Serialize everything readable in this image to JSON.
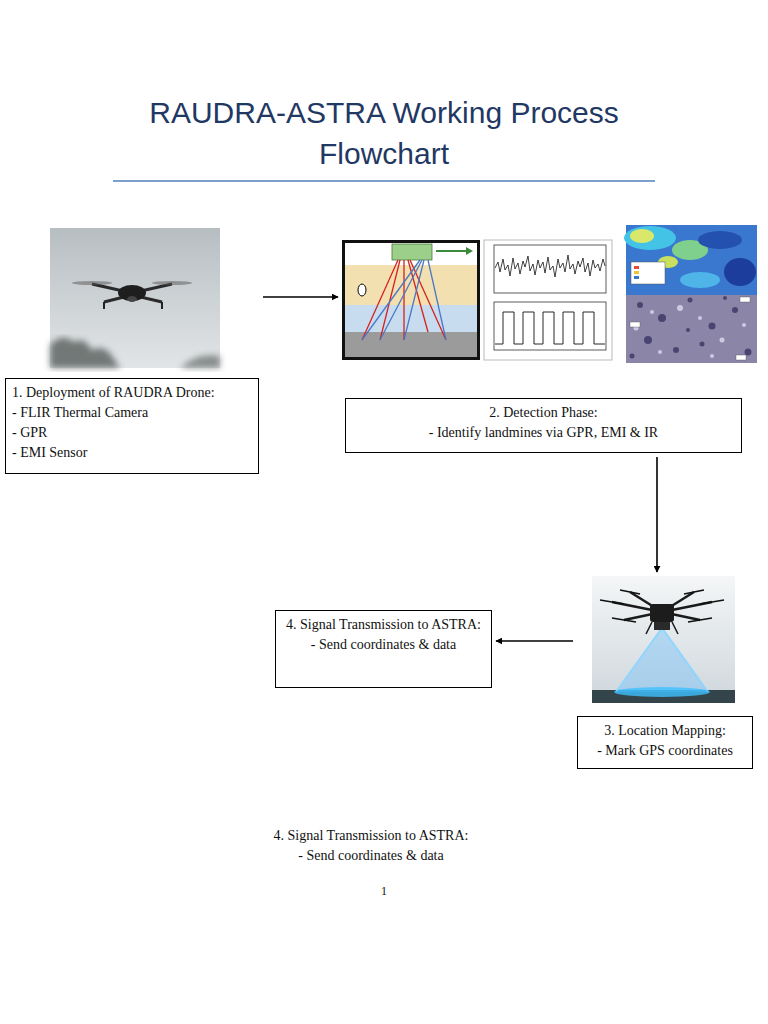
{
  "diagram": {
    "title": "RAUDRA-ASTRA Working Process Flowchart",
    "nodes": [
      {
        "text": [
          "1. Deployment of RAUDRA Drone:",
          "- FLIR Thermal Camera",
          "- GPR",
          "- EMI Sensor"
        ]
      },
      {
        "text": [
          "2. Detection Phase:",
          "- Identify landmines via GPR, EMI & IR"
        ]
      },
      {
        "text": [
          "3. Location Mapping:",
          "- Mark GPS coordinates"
        ]
      },
      {
        "text": [
          "4. Signal Transmission to ASTRA:",
          "- Send coordinates & data"
        ]
      }
    ],
    "edges": [
      {
        "from": 0,
        "to": 1,
        "arrow": "to"
      },
      {
        "from": 1,
        "to": 2,
        "arrow": "to"
      },
      {
        "from": 2,
        "to": 3,
        "arrow": "to"
      }
    ],
    "labels": [
      "4. Signal Transmission to ASTRA:",
      "- Send coordinates & data",
      "1"
    ]
  }
}
